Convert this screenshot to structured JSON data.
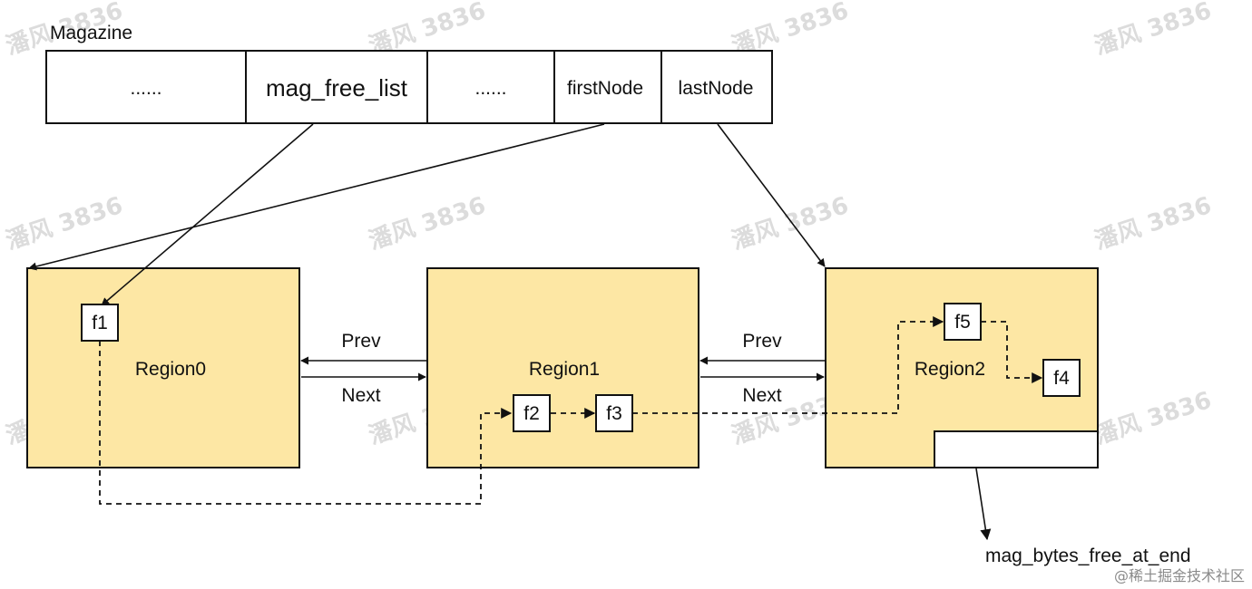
{
  "magazine": {
    "title": "Magazine",
    "cells": [
      {
        "id": "ellipsis-1",
        "label": "......"
      },
      {
        "id": "mag-free-list",
        "label": "mag_free_list"
      },
      {
        "id": "ellipsis-2",
        "label": "......"
      },
      {
        "id": "first-node",
        "label": "firstNode"
      },
      {
        "id": "last-node",
        "label": "lastNode"
      }
    ]
  },
  "regions": [
    {
      "label": "Region0"
    },
    {
      "label": "Region1"
    },
    {
      "label": "Region2"
    }
  ],
  "links": {
    "prev_label": "Prev",
    "next_label": "Next"
  },
  "free_blocks": [
    {
      "label": "f1"
    },
    {
      "label": "f2"
    },
    {
      "label": "f3"
    },
    {
      "label": "f5"
    },
    {
      "label": "f4"
    }
  ],
  "bytes_free_at_end_label": "mag_bytes_free_at_end",
  "watermark": "潘风 3836",
  "credit": "@稀土掘金技术社区",
  "colors": {
    "region_fill": "#fde7a4",
    "stroke": "#111111",
    "box_fill": "#ffffff"
  }
}
